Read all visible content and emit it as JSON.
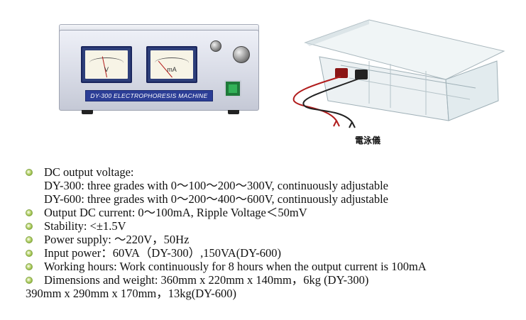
{
  "device": {
    "label": "DY-300 ELECTROPHORESIS MACHINE",
    "left_meter_unit": "V",
    "right_meter_unit": "mA"
  },
  "caption": "電泳儀",
  "colors": {
    "bullet": "#8fb63a",
    "device_label_band": "#2c3e96",
    "device_body": "#d8dbe6",
    "text": "#111111"
  },
  "specs": [
    {
      "bullet": true,
      "indent": true,
      "text": "DC output voltage:"
    },
    {
      "bullet": false,
      "indent": true,
      "text": "DY-300: three grades with 0～100～200～300V, continuously adjustable"
    },
    {
      "bullet": false,
      "indent": true,
      "text": "DY-600: three grades with 0～200～400～600V, continuously adjustable"
    },
    {
      "bullet": true,
      "indent": true,
      "text": "Output DC current: 0～100mA, Ripple Voltage＜50mV"
    },
    {
      "bullet": true,
      "indent": true,
      "text": "Stability:  <±1.5V"
    },
    {
      "bullet": true,
      "indent": true,
      "text": "Power supply: ～220V，50Hz"
    },
    {
      "bullet": true,
      "indent": true,
      "text": "Input power：60VA（DY-300）,150VA(DY-600)"
    },
    {
      "bullet": true,
      "indent": true,
      "text": "Working hours: Work continuously for 8 hours when the output current is 100mA"
    },
    {
      "bullet": true,
      "indent": true,
      "text": "Dimensions and weight: 360mm x 220mm x 140mm，6kg (DY-300)"
    },
    {
      "bullet": false,
      "indent": false,
      "text": "390mm x 290mm  x 170mm，13kg(DY-600)"
    }
  ]
}
